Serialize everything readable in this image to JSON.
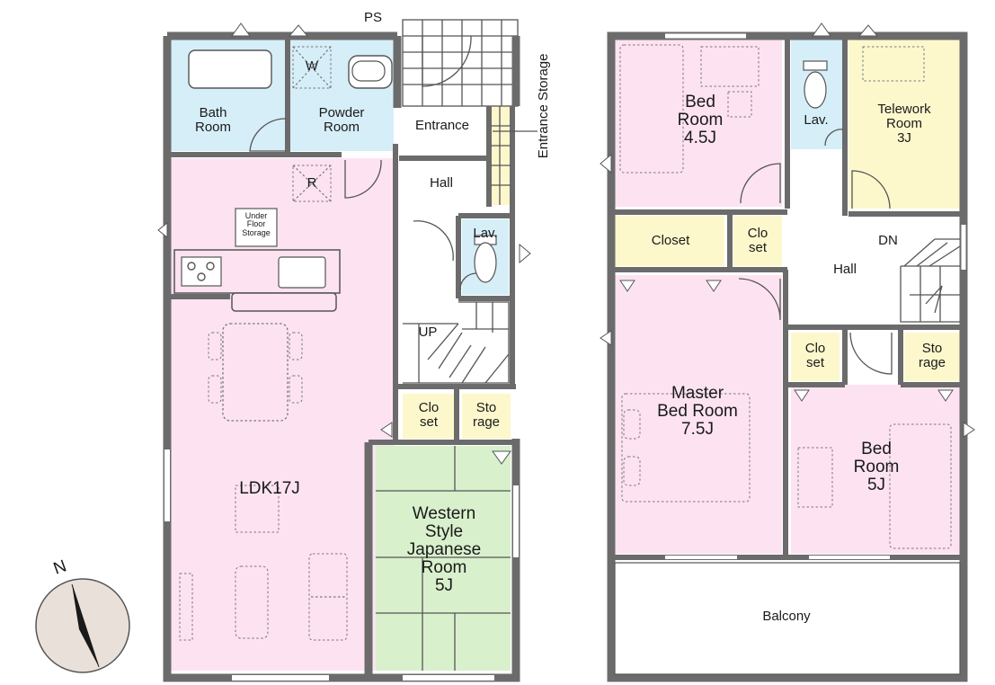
{
  "floor1": {
    "bath_room": "Bath\nRoom",
    "powder_room": "Powder\nRoom",
    "washer_mark": "W",
    "ps": "PS",
    "entrance": "Entrance",
    "entrance_storage": "Entrance Storage",
    "hall": "Hall",
    "under_floor_storage": "Under\nFloor\nStorage",
    "fridge_mark": "R",
    "lav": "Lav.",
    "up": "UP",
    "closet": "Clo\nset",
    "storage": "Sto\nrage",
    "ldk": "LDK17J",
    "japanese_room": "Western\nStyle\nJapanese\nRoom\n5J"
  },
  "floor2": {
    "bed_room_a": "Bed\nRoom\n4.5J",
    "lav": "Lav.",
    "telework_room": "Telework\nRoom\n3J",
    "closet_large": "Closet",
    "closet_small": "Clo\nset",
    "dn": "DN",
    "hall": "Hall",
    "master_bed_room": "Master\nBed Room\n7.5J",
    "closet_b": "Clo\nset",
    "storage": "Sto\nrage",
    "bed_room_b": "Bed\nRoom\n5J",
    "balcony": "Balcony"
  },
  "compass": {
    "north_label": "N"
  },
  "colors": {
    "wall": "#6b6b6b",
    "pink": "#fde3f1",
    "blue": "#d6eef8",
    "yellow": "#fdf8cc",
    "green": "#d9f0cc",
    "white": "#ffffff",
    "compass_bg": "#e9e1d9"
  }
}
